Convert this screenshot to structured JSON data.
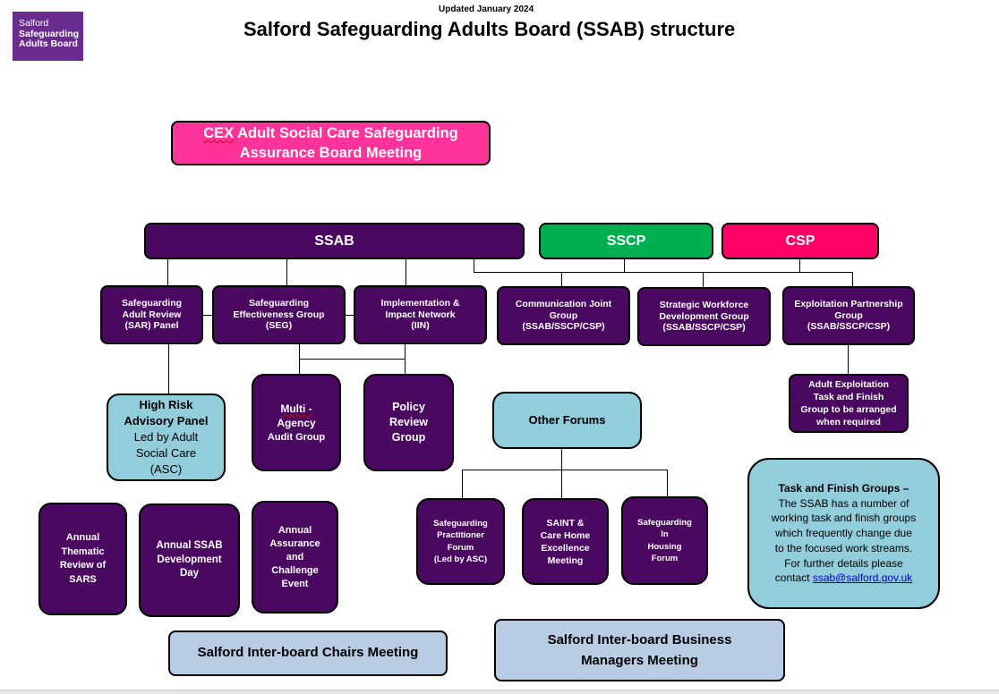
{
  "logo": {
    "line1": "Salford",
    "line2": "Safeguarding",
    "line3": "Adults Board",
    "color": "#6a2c8e"
  },
  "header": {
    "updated": "Updated January 2024",
    "title": "Salford Safeguarding Adults Board (SSAB) structure"
  },
  "colors": {
    "purple": "#4a0860",
    "light_blue": "#92cddc",
    "pale_blue": "#b8cce4",
    "pink": "#ff3399",
    "green": "#00b050",
    "red": "#ff0066"
  },
  "nodes": {
    "cex": {
      "prefix": "CEX",
      "line1_rest": " Adult Social Care Safeguarding",
      "line2": "Assurance Board Meeting"
    },
    "ssab": {
      "label": "SSAB"
    },
    "sscp": {
      "label": "SSCP"
    },
    "csp": {
      "label": "CSP"
    },
    "sar": {
      "lines": [
        "Safeguarding",
        "Adult Review",
        "(SAR) Panel"
      ]
    },
    "seg": {
      "lines": [
        "Safeguarding",
        "Effectiveness Group",
        "(SEG)"
      ]
    },
    "iin": {
      "lines": [
        "Implementation &",
        "Impact Network",
        "(IIN)"
      ]
    },
    "comm": {
      "lines": [
        "Communication Joint",
        "Group",
        "(SSAB/SSCP/CSP)"
      ]
    },
    "workforce": {
      "lines": [
        "Strategic Workforce",
        "Development Group",
        "(SSAB/SSCP/CSP)"
      ]
    },
    "exploitation": {
      "lines": [
        "Exploitation Partnership",
        "Group",
        "(SSAB/SSCP/CSP)"
      ]
    },
    "high_risk": {
      "title_lines": [
        "High Risk",
        "Advisory Panel"
      ],
      "body_lines": [
        "Led by Adult",
        "Social Care",
        "(ASC)"
      ]
    },
    "multi_agency": {
      "lines": [
        "Multi -",
        "Agency",
        "Audit Group"
      ]
    },
    "policy": {
      "lines": [
        "Policy",
        "Review",
        "Group"
      ]
    },
    "other_forums": {
      "label": "Other Forums"
    },
    "adult_exploitation": {
      "lines": [
        "Adult Exploitation",
        "Task and Finish",
        "Group to be arranged",
        "when required"
      ]
    },
    "thematic": {
      "lines": [
        "Annual",
        "Thematic",
        "Review of",
        "SARS"
      ]
    },
    "dev_day": {
      "lines": [
        "Annual SSAB",
        "Development",
        "Day"
      ]
    },
    "assurance": {
      "lines": [
        "Annual",
        "Assurance",
        "and",
        "Challenge",
        "Event"
      ]
    },
    "practitioner": {
      "lines": [
        "Safeguarding",
        "Practitioner",
        "Forum",
        "(Led by ASC)"
      ]
    },
    "saint": {
      "lines": [
        "SAINT &",
        "Care Home",
        "Excellence",
        "Meeting"
      ]
    },
    "housing": {
      "lines": [
        "Safeguarding",
        "In",
        "Housing",
        "Forum"
      ]
    },
    "task_finish": {
      "title": "Task and Finish Groups –",
      "body_lines": [
        "The SSAB has a number of",
        "working task and finish groups",
        "which frequently change due",
        "to the focused work streams.",
        "For further details please"
      ],
      "contact_prefix": "contact ",
      "email": "ssab@salford.gov.uk"
    },
    "chairs": {
      "label": "Salford Inter-board Chairs Meeting"
    },
    "business": {
      "lines": [
        "Salford Inter-board Business",
        "Managers Meeting"
      ]
    }
  }
}
